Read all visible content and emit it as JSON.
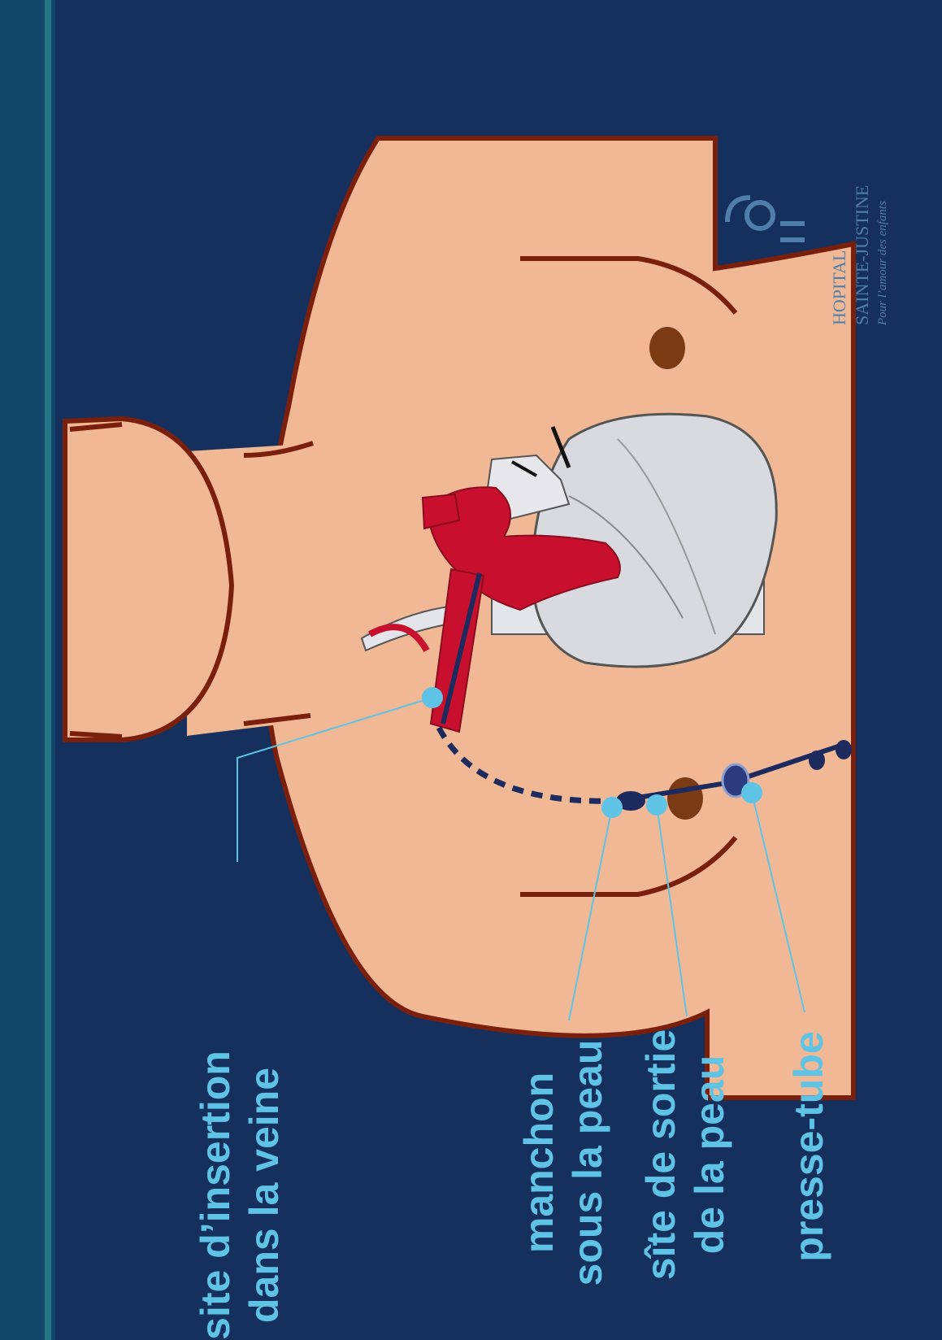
{
  "labels": {
    "insertion_line1": "site d’insertion",
    "insertion_line2": "dans la veine",
    "manchon_line1": "manchon",
    "manchon_line2": "sous la peau",
    "sortie_line1": "sîte de sortie",
    "sortie_line2": "de la peau",
    "presse_tube": "presse-tube"
  },
  "logo": {
    "line1": "HOPITAL",
    "line2": "SAINTE-JUSTINE",
    "line3": "Pour l’amour des enfants"
  },
  "colors": {
    "background": "#16305e",
    "skin": "#f0b894",
    "outline": "#7a1f0c",
    "label": "#5fc3e6",
    "vessel_red": "#c8102e",
    "heart_gray": "#d9dadf",
    "catheter": "#1c2a5e"
  }
}
